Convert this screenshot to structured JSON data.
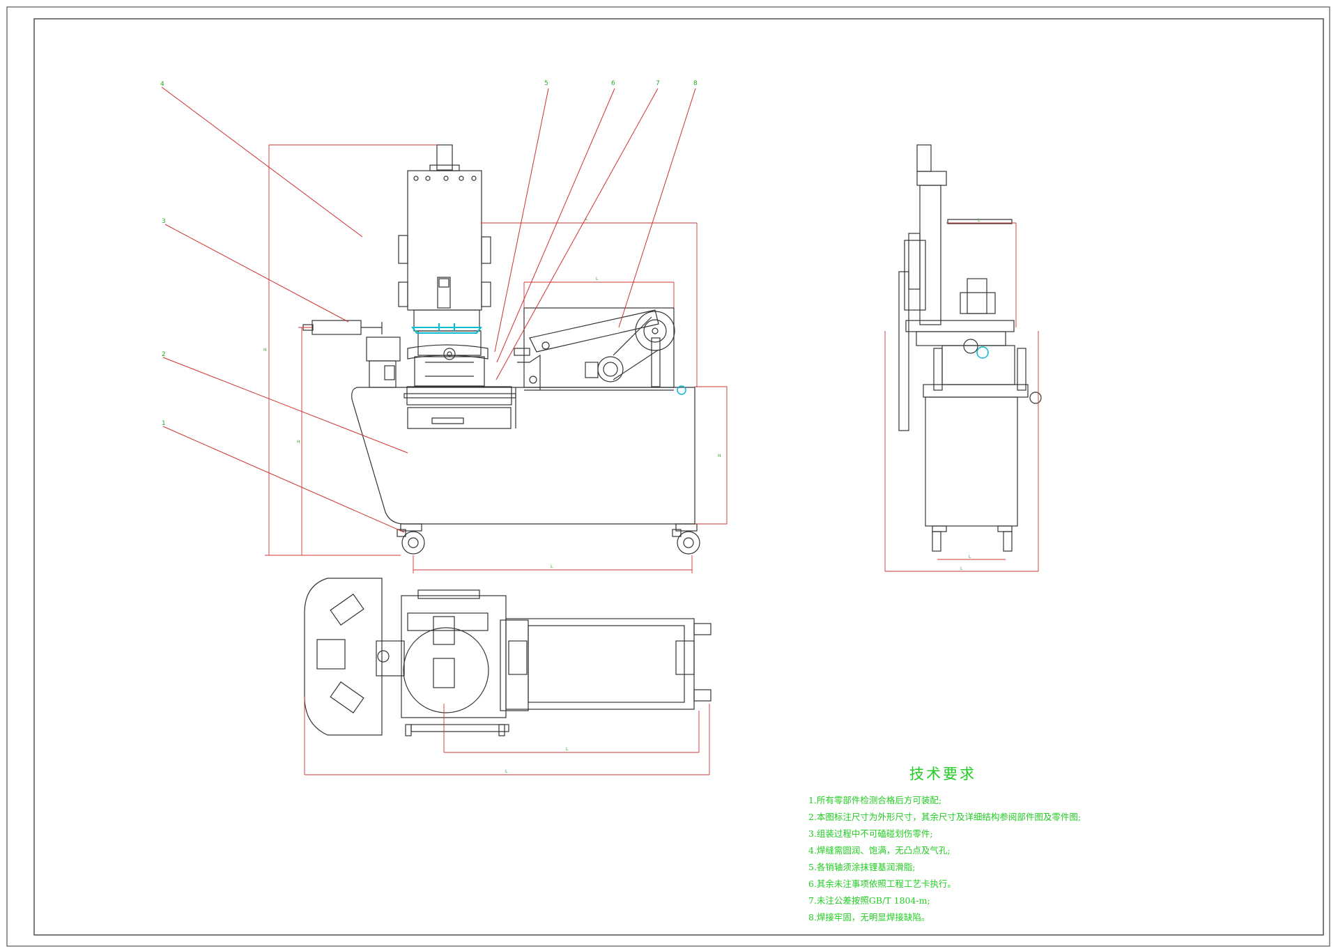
{
  "callouts": [
    "1",
    "2",
    "3",
    "4",
    "5",
    "6",
    "7",
    "8"
  ],
  "technical_requirements": {
    "title": "技术要求",
    "items": [
      "1.所有零部件检测合格后方可装配;",
      "2.本图标注尺寸为外形尺寸，其余尺寸及详细结构参阅部件图及零件图;",
      "3.组装过程中不可磕碰划伤零件;",
      "4.焊缝需圆润、饱满，无凸点及气孔;",
      "5.各销轴须涂抹锂基润滑脂;",
      "6.其余未注事项依照工程工艺卡执行。",
      "7.未注公差按照GB/T 1804-m;",
      "8.焊接牢固，无明显焊接缺陷。"
    ]
  },
  "colors": {
    "outline": "#333333",
    "leader": "#d03030",
    "dimension": "#cc3333",
    "annotation": "#22cc22",
    "highlight": "#00bcd4"
  }
}
